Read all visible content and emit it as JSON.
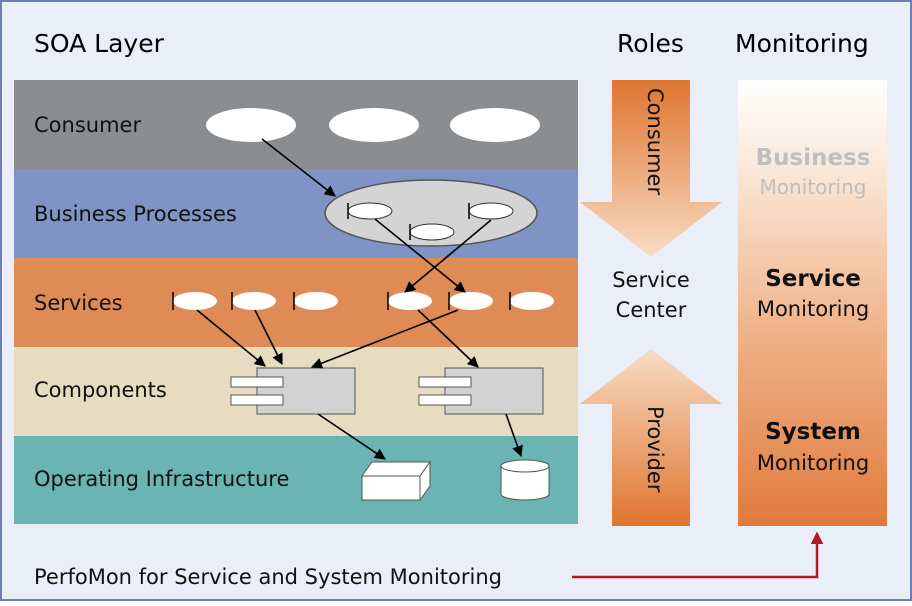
{
  "title": "SOA Layer",
  "roles_header": "Roles",
  "monitoring_header": "Monitoring",
  "layers": [
    {
      "label": "Consumer",
      "color": "#8b8e90"
    },
    {
      "label": "Business Processes",
      "color": "#7f93c4"
    },
    {
      "label": "Services",
      "color": "#df8b55"
    },
    {
      "label": "Components",
      "color": "#e8dcc0"
    },
    {
      "label": "Operating Infrastructure",
      "color": "#6bb4b4"
    }
  ],
  "roles": {
    "consumer": "Consumer",
    "provider": "Provider",
    "center_line1": "Service",
    "center_line2": "Center"
  },
  "monitoring": {
    "business_bold": "Business",
    "business_sub": "Monitoring",
    "service_bold": "Service",
    "service_sub": "Monitoring",
    "system_bold": "System",
    "system_sub": "Monitoring"
  },
  "footer": "PerfoMon for Service and System Monitoring",
  "colors": {
    "frame_bg": "#e9eef8",
    "frame_border": "#6f7fb5",
    "orange": "#e07a3c",
    "arrow_red": "#b01822"
  }
}
